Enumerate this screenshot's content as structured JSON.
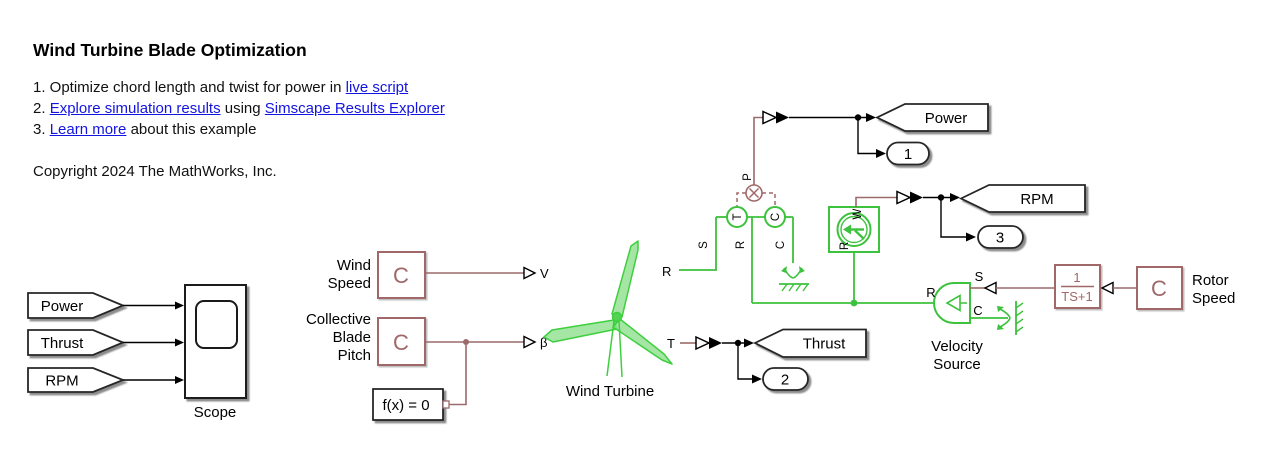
{
  "header": {
    "title": "Wind Turbine Blade Optimization",
    "copyright": "Copyright 2024 The MathWorks, Inc.",
    "items": [
      {
        "segments": [
          {
            "text": "1. Optimize chord length and twist for power in ",
            "link": false
          },
          {
            "text": "live script",
            "link": true
          }
        ]
      },
      {
        "segments": [
          {
            "text": "2. ",
            "link": false
          },
          {
            "text": "Explore simulation results",
            "link": true
          },
          {
            "text": " using ",
            "link": false
          },
          {
            "text": "Simscape Results Explorer",
            "link": true
          }
        ]
      },
      {
        "segments": [
          {
            "text": "3. ",
            "link": false
          },
          {
            "text": "Learn more",
            "link": true
          },
          {
            "text": " about this example",
            "link": false
          }
        ]
      }
    ]
  },
  "diagram": {
    "from_tags": {
      "power": "Power",
      "thrust": "Thrust",
      "rpm": "RPM"
    },
    "scope": {
      "label": "Scope"
    },
    "wind_speed": {
      "line1": "Wind",
      "line2": "Speed",
      "letter": "C"
    },
    "pitch": {
      "line1": "Collective",
      "line2": "Blade",
      "line3": "Pitch",
      "letter": "C"
    },
    "solver": {
      "label": "f(x) = 0"
    },
    "turbine": {
      "label": "Wind Turbine",
      "port_v": "V",
      "port_beta": "β",
      "port_r": "R",
      "port_t": "T"
    },
    "power_sensor": {
      "port_s": "S",
      "port_r": "R",
      "port_c": "C",
      "port_p": "P",
      "torque_letter": "T",
      "velocity_letter": "C"
    },
    "motion_sensor": {
      "port_w": "W",
      "port_r": "R"
    },
    "goto_tags": {
      "power": "Power",
      "rpm": "RPM",
      "thrust": "Thrust"
    },
    "outports": {
      "one": "1",
      "two": "2",
      "three": "3"
    },
    "velocity_source": {
      "line1": "Velocity",
      "line2": "Source",
      "port_r": "R",
      "port_s": "S",
      "port_c": "C"
    },
    "filter": {
      "numerator": "1",
      "denominator": "TS+1"
    },
    "rotor_speed": {
      "letter": "C",
      "line1": "Rotor",
      "line2": "Speed"
    }
  },
  "colors": {
    "physical_signal": "#9b6a6a",
    "block_brown": "#a06868",
    "mechanical_green": "#3cc23c",
    "turbine_fill": "#8fe08f",
    "signal_black": "#000000",
    "link_blue": "#1414e0"
  }
}
